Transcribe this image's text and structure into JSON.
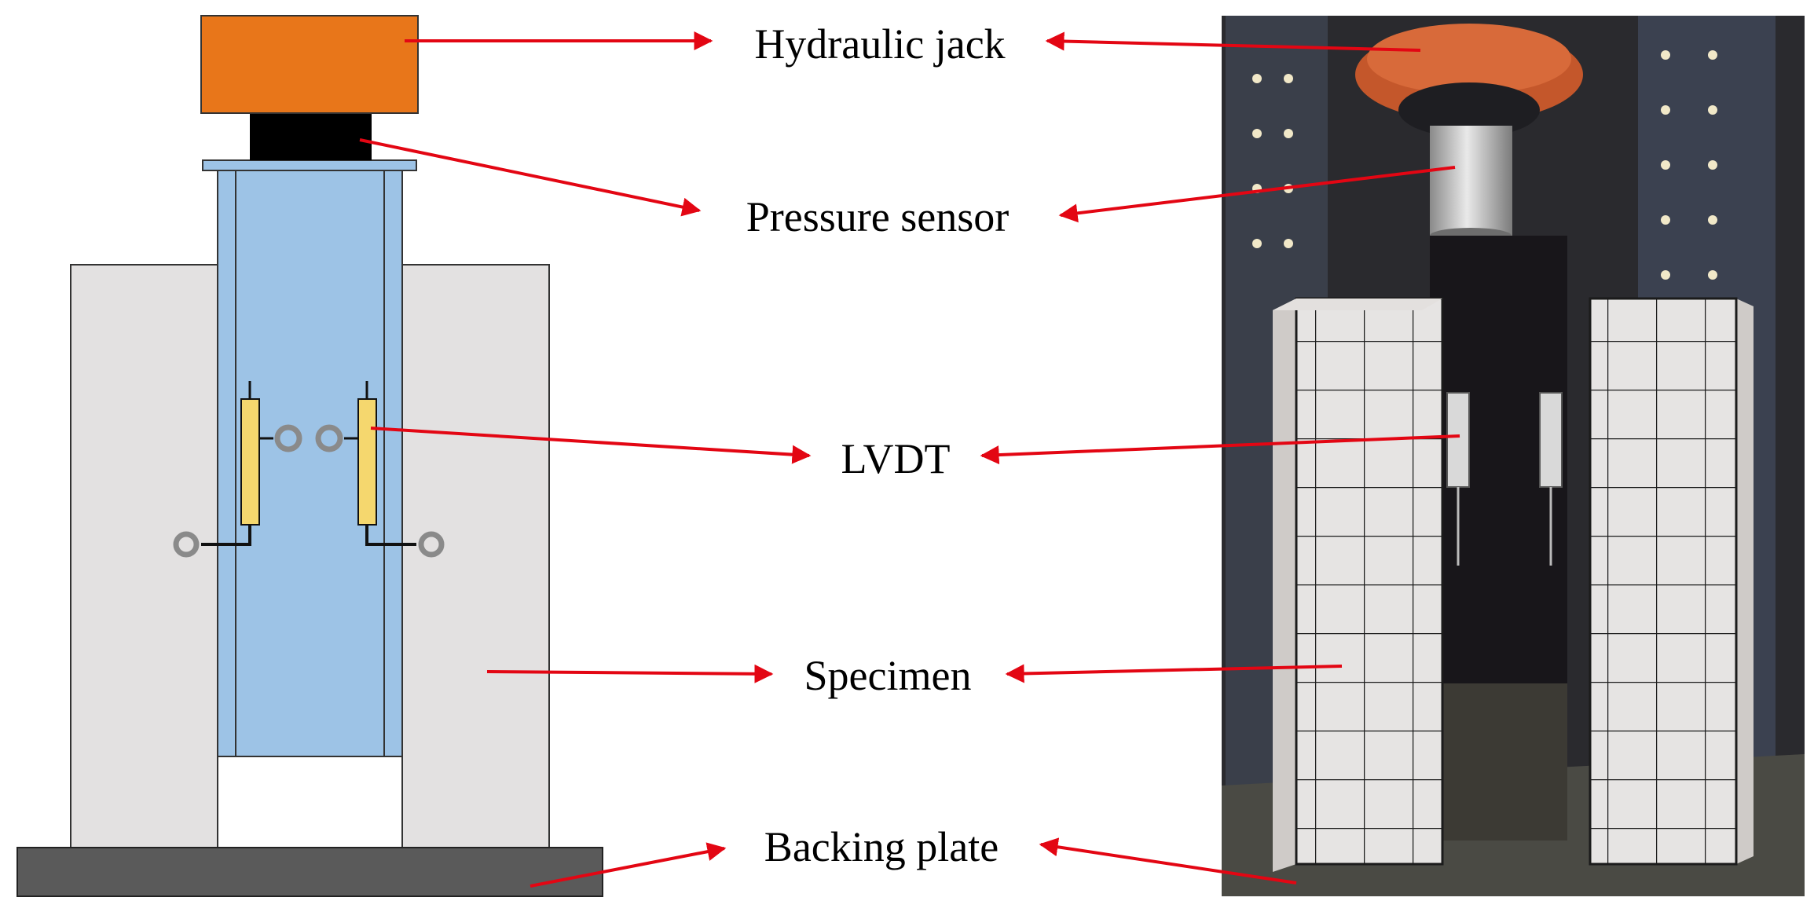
{
  "labels": {
    "hydraulic_jack": "Hydraulic jack",
    "pressure_sensor": "Pressure sensor",
    "lvdt": "LVDT",
    "specimen": "Specimen",
    "backing_plate": "Backing plate"
  },
  "colors": {
    "jack": "#E8761A",
    "sensor": "#000000",
    "steel_section": "#9DC3E6",
    "specimen": "#E3E1E1",
    "backing_plate": "#5A5A5A",
    "lvdt": "#F5D76E",
    "arrow": "#E30613"
  }
}
